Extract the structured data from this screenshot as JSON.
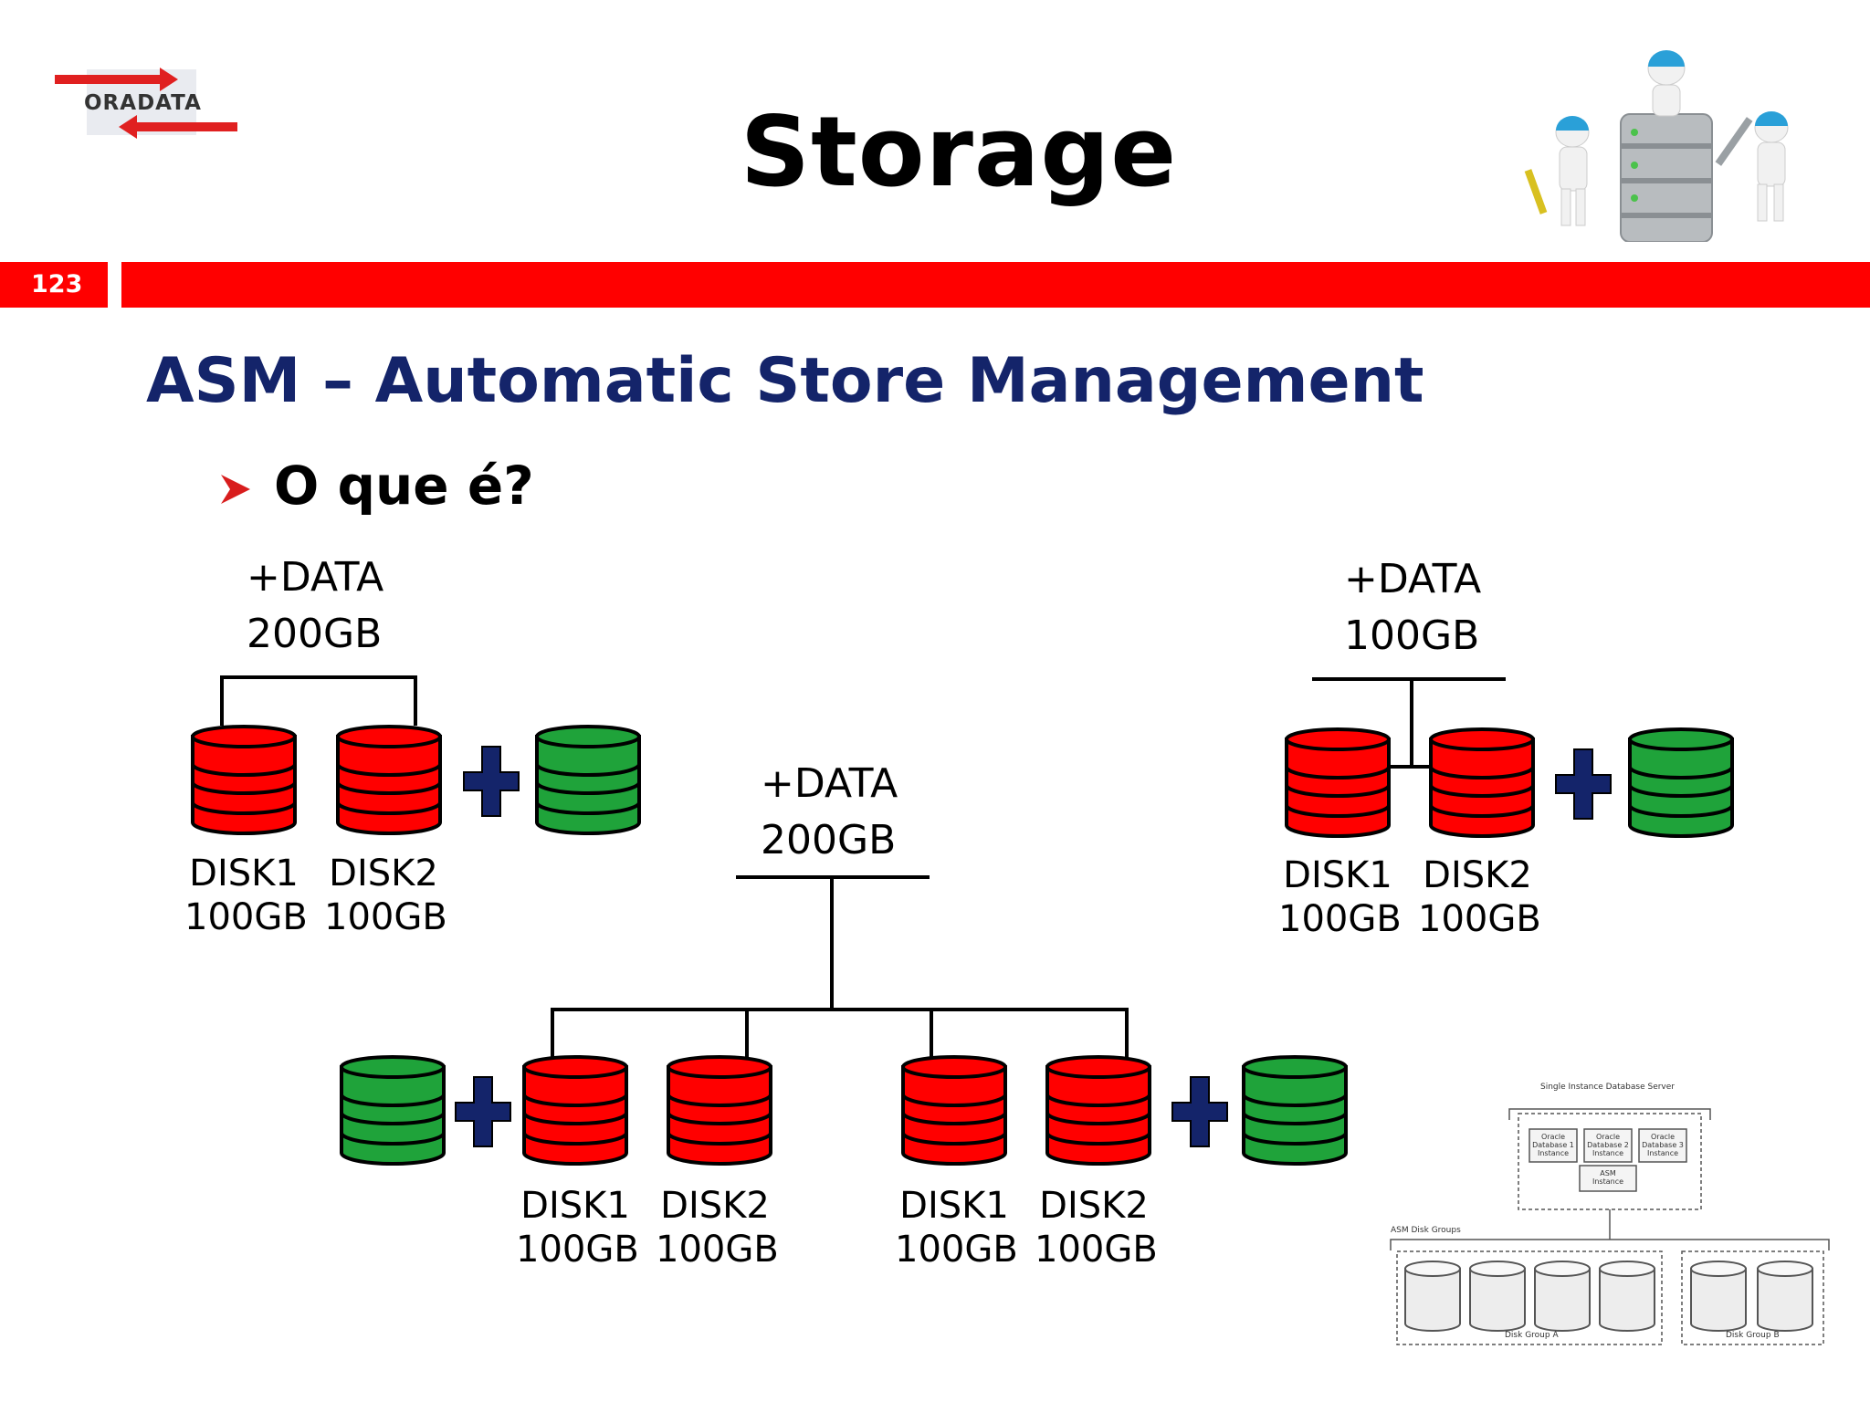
{
  "header": {
    "logo_text": "ORADATA",
    "title": "Storage",
    "slide_number": "123"
  },
  "subtitle": "ASM – Automatic Store Management",
  "bullet": "O que é?",
  "groups": [
    {
      "label": "+DATA",
      "size": "200GB",
      "disks": [
        {
          "name": "DISK1",
          "size": "100GB"
        },
        {
          "name": "DISK2",
          "size": "100GB"
        }
      ]
    },
    {
      "label": "+DATA",
      "size": "200GB",
      "disks": [
        {
          "name": "DISK1",
          "size": "100GB"
        },
        {
          "name": "DISK2",
          "size": "100GB"
        },
        {
          "name": "DISK1",
          "size": "100GB"
        },
        {
          "name": "DISK2",
          "size": "100GB"
        }
      ]
    },
    {
      "label": "+DATA",
      "size": "100GB",
      "disks": [
        {
          "name": "DISK1",
          "size": "100GB"
        },
        {
          "name": "DISK2",
          "size": "100GB"
        }
      ]
    }
  ],
  "colors": {
    "disk_used": "#ff0000",
    "disk_spare": "#1fa33a",
    "plus": "#14246a",
    "accent_bar": "#ff0000",
    "subtitle": "#14246a"
  },
  "icons": [
    "oradata-logo-icon",
    "workers-database-icon",
    "plus-icon",
    "chevron-right-icon"
  ],
  "inset": {
    "server": "Single Instance Database Server",
    "db1": "Oracle Database 1 Instance",
    "db2": "Oracle Database 2 Instance",
    "db3": "Oracle Database 3 Instance",
    "asm": "ASM Instance",
    "asm_groups": "ASM Disk Groups",
    "group_a": "Disk Group A",
    "group_b": "Disk Group B"
  }
}
